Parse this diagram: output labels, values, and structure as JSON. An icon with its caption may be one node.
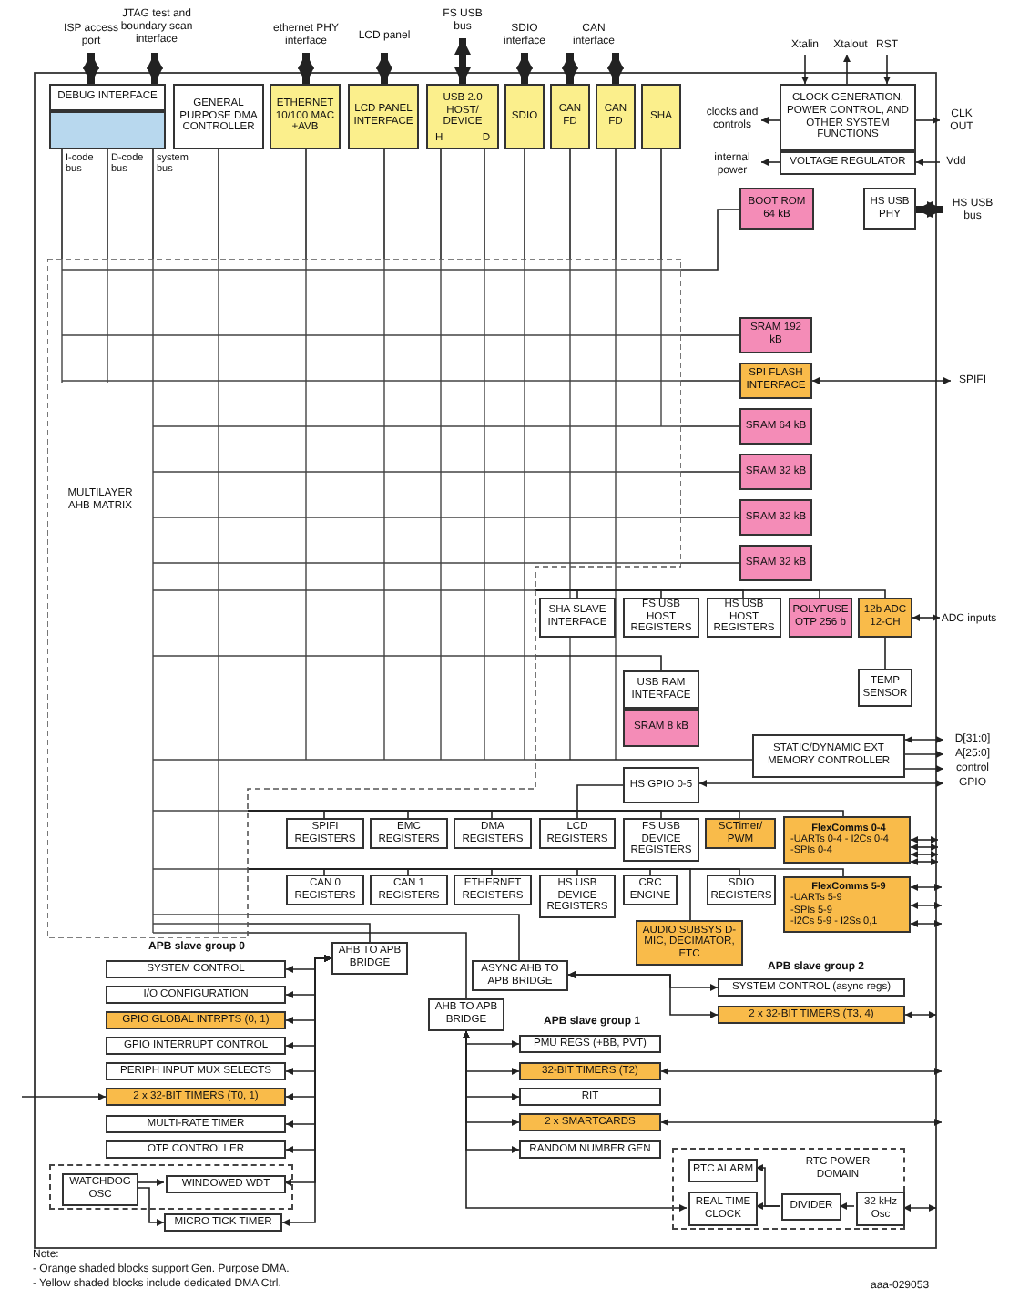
{
  "diagram": {
    "nodes": [
      {
        "text": [
          "ISP access port"
        ]
      },
      {
        "text": [
          "JTAG test and boundary scan interface"
        ]
      },
      {
        "text": [
          "ethernet PHY interface"
        ]
      },
      {
        "text": [
          "LCD panel"
        ]
      },
      {
        "text": [
          "FS USB bus"
        ]
      },
      {
        "text": [
          "SDIO interface"
        ]
      },
      {
        "text": [
          "CAN interface"
        ]
      },
      {
        "text": [
          "Xtalin"
        ]
      },
      {
        "text": [
          "Xtalout"
        ]
      },
      {
        "text": [
          "RST"
        ]
      },
      {
        "text": [
          "DEBUG INTERFACE"
        ]
      },
      {
        "text": [],
        "shape": "box"
      },
      {
        "text": [
          "GENERAL PURPOSE DMA CONTROLLER"
        ]
      },
      {
        "text": [
          "ETHERNET 10/100 MAC +AVB"
        ]
      },
      {
        "text": [
          "LCD PANEL INTERFACE"
        ]
      },
      {
        "text": [
          "USB 2.0 HOST/ DEVICE",
          "H",
          "D"
        ]
      },
      {
        "text": [
          "SDIO"
        ]
      },
      {
        "text": [
          "CAN FD"
        ]
      },
      {
        "text": [
          "CAN FD"
        ]
      },
      {
        "text": [
          "SHA"
        ]
      },
      {
        "text": [
          "clocks and controls"
        ]
      },
      {
        "text": [
          "CLOCK GENERATION, POWER CONTROL, AND OTHER SYSTEM FUNCTIONS"
        ]
      },
      {
        "text": [
          "CLK OUT"
        ]
      },
      {
        "text": [
          "internal power"
        ]
      },
      {
        "text": [
          "VOLTAGE REGULATOR"
        ]
      },
      {
        "text": [
          "Vdd"
        ]
      },
      {
        "text": [
          "BOOT ROM 64 kB"
        ]
      },
      {
        "text": [
          "HS USB PHY"
        ]
      },
      {
        "text": [
          "HS USB bus"
        ]
      },
      {
        "text": [
          "MULTILAYER AHB MATRIX"
        ]
      },
      {
        "text": [
          "SRAM 192 kB"
        ]
      },
      {
        "text": [
          "SPI FLASH INTERFACE"
        ]
      },
      {
        "text": [
          "SPIFI"
        ]
      },
      {
        "text": [
          "SRAM 64 kB"
        ]
      },
      {
        "text": [
          "SRAM 32 kB"
        ]
      },
      {
        "text": [
          "SRAM 32 kB"
        ]
      },
      {
        "text": [
          "SRAM 32 kB"
        ]
      },
      {
        "text": [
          "SHA SLAVE INTERFACE"
        ]
      },
      {
        "text": [
          "FS USB HOST REGISTERS"
        ]
      },
      {
        "text": [
          "HS USB HOST REGISTERS"
        ]
      },
      {
        "text": [
          "POLYFUSE OTP 256 b"
        ]
      },
      {
        "text": [
          "12b ADC 12-CH"
        ]
      },
      {
        "text": [
          "ADC inputs"
        ]
      },
      {
        "text": [
          "TEMP SENSOR"
        ]
      },
      {
        "text": [
          "USB RAM INTERFACE"
        ]
      },
      {
        "text": [
          "SRAM 8 kB"
        ]
      },
      {
        "text": [
          "STATIC/DYNAMIC EXT MEMORY CONTROLLER"
        ]
      },
      {
        "text": [
          "D[31:0]"
        ]
      },
      {
        "text": [
          "A[25:0]"
        ]
      },
      {
        "text": [
          "control"
        ]
      },
      {
        "text": [
          "HS GPIO 0-5"
        ]
      },
      {
        "text": [
          "GPIO"
        ]
      },
      {
        "text": [
          "SPIFI REGISTERS"
        ]
      },
      {
        "text": [
          "EMC REGISTERS"
        ]
      },
      {
        "text": [
          "DMA REGISTERS"
        ]
      },
      {
        "text": [
          "LCD REGISTERS"
        ]
      },
      {
        "text": [
          "FS USB DEVICE REGISTERS"
        ]
      },
      {
        "text": [
          "SCTimer/ PWM"
        ]
      },
      {
        "text": [
          "FlexComms 0-4",
          "-UARTs 0-4 - I2Cs 0-4",
          "-SPIs 0-4"
        ]
      },
      {
        "text": [
          "CAN 0 REGISTERS"
        ]
      },
      {
        "text": [
          "CAN 1 REGISTERS"
        ]
      },
      {
        "text": [
          "ETHERNET REGISTERS"
        ]
      },
      {
        "text": [
          "HS USB DEVICE REGISTERS"
        ]
      },
      {
        "text": [
          "CRC ENGINE"
        ]
      },
      {
        "text": [
          "SDIO REGISTERS"
        ]
      },
      {
        "text": [
          "FlexComms 5-9",
          "-UARTs 5-9",
          "-SPIs 5-9",
          "-I2Cs 5-9 - I2Ss 0,1"
        ]
      },
      {
        "text": [
          "AUDIO SUBSYS D-MIC, DECIMATOR, ETC"
        ]
      },
      {
        "text": [
          "AHB TO APB BRIDGE"
        ]
      },
      {
        "text": [
          "ASYNC AHB TO APB BRIDGE"
        ]
      },
      {
        "text": [
          "AHB TO APB BRIDGE"
        ]
      },
      {
        "text": [
          "SYSTEM CONTROL"
        ]
      },
      {
        "text": [
          "I/O CONFIGURATION"
        ]
      },
      {
        "text": [
          "GPIO GLOBAL INTRPTS (0, 1)"
        ]
      },
      {
        "text": [
          "GPIO INTERRUPT CONTROL"
        ]
      },
      {
        "text": [
          "PERIPH INPUT MUX SELECTS"
        ]
      },
      {
        "text": [
          "2 x 32-BIT TIMERS (T0, 1)"
        ]
      },
      {
        "text": [
          "MULTI-RATE TIMER"
        ]
      },
      {
        "text": [
          "OTP CONTROLLER"
        ]
      },
      {
        "text": [],
        "shape": "box"
      },
      {
        "text": [
          "WATCHDOG OSC"
        ],
        "in": 78
      },
      {
        "text": [
          "WINDOWED WDT"
        ],
        "in": 78
      },
      {
        "text": [
          "MICRO TICK TIMER"
        ]
      },
      {
        "text": [
          "SYSTEM CONTROL (async regs)"
        ]
      },
      {
        "text": [
          "2 x 32-BIT TIMERS (T3, 4)"
        ]
      },
      {
        "text": [
          "PMU REGS (+BB, PVT)"
        ]
      },
      {
        "text": [
          "32-BIT TIMERS (T2)"
        ]
      },
      {
        "text": [
          "RIT"
        ]
      },
      {
        "text": [
          "2 x SMARTCARDS"
        ]
      },
      {
        "text": [
          "RANDOM NUMBER GEN"
        ]
      },
      {
        "text": [
          "RTC POWER DOMAIN"
        ]
      },
      {
        "text": [
          "RTC ALARM"
        ],
        "in": 89
      },
      {
        "text": [
          "REAL TIME CLOCK"
        ],
        "in": 89
      },
      {
        "text": [
          "DIVIDER"
        ],
        "in": 89
      },
      {
        "text": [
          "32 kHz Osc"
        ],
        "in": 89
      }
    ],
    "edges": [
      {
        "from": 0,
        "to": 10,
        "arrow": "both",
        "style": "thick"
      },
      {
        "from": 1,
        "to": 10,
        "arrow": "both",
        "style": "thick"
      },
      {
        "from": 2,
        "to": 13,
        "arrow": "both",
        "style": "thick"
      },
      {
        "from": 3,
        "to": 14,
        "arrow": "both",
        "style": "thick"
      },
      {
        "from": 4,
        "to": 15,
        "arrow": "both",
        "style": "thick"
      },
      {
        "from": 5,
        "to": 16,
        "arrow": "both",
        "style": "thick"
      },
      {
        "from": 6,
        "to": 17,
        "arrow": "both",
        "style": "thick"
      },
      {
        "from": 6,
        "to": 18,
        "arrow": "both",
        "style": "thick"
      },
      {
        "from": 7,
        "to": 21,
        "arrow": "to"
      },
      {
        "from": 21,
        "to": 8,
        "arrow": "to"
      },
      {
        "from": 9,
        "to": 21,
        "arrow": "to"
      },
      {
        "from": 21,
        "to": 20,
        "arrow": "to"
      },
      {
        "from": 21,
        "to": 22,
        "arrow": "to"
      },
      {
        "from": 24,
        "to": 23,
        "arrow": "to"
      },
      {
        "from": 25,
        "to": 24,
        "arrow": "to"
      },
      {
        "from": 27,
        "to": 28,
        "arrow": "both",
        "style": "thick"
      },
      {
        "from": 11,
        "to": 29,
        "arrow": "none",
        "label": "I-code bus"
      },
      {
        "from": 11,
        "to": 29,
        "arrow": "none",
        "label": "D-code bus"
      },
      {
        "from": 11,
        "to": 29,
        "arrow": "none",
        "label": "system bus"
      },
      {
        "from": 12,
        "to": 29,
        "arrow": "none"
      },
      {
        "from": 13,
        "to": 29,
        "arrow": "none"
      },
      {
        "from": 14,
        "to": 29,
        "arrow": "none"
      },
      {
        "from": 15,
        "to": 29,
        "arrow": "none"
      },
      {
        "from": 15,
        "to": 29,
        "arrow": "none"
      },
      {
        "from": 16,
        "to": 29,
        "arrow": "none"
      },
      {
        "from": 17,
        "to": 29,
        "arrow": "none"
      },
      {
        "from": 18,
        "to": 29,
        "arrow": "none"
      },
      {
        "from": 19,
        "to": 29,
        "arrow": "none"
      },
      {
        "from": 29,
        "to": 26,
        "arrow": "none"
      },
      {
        "from": 29,
        "to": 30,
        "arrow": "none"
      },
      {
        "from": 29,
        "to": 31,
        "arrow": "none"
      },
      {
        "from": 29,
        "to": 33,
        "arrow": "none"
      },
      {
        "from": 29,
        "to": 34,
        "arrow": "none"
      },
      {
        "from": 29,
        "to": 35,
        "arrow": "none"
      },
      {
        "from": 29,
        "to": 36,
        "arrow": "none"
      },
      {
        "from": 29,
        "to": 37,
        "arrow": "none"
      },
      {
        "from": 29,
        "to": 38,
        "arrow": "none"
      },
      {
        "from": 29,
        "to": 39,
        "arrow": "none"
      },
      {
        "from": 29,
        "to": 40,
        "arrow": "none"
      },
      {
        "from": 29,
        "to": 41,
        "arrow": "none"
      },
      {
        "from": 29,
        "to": 44,
        "arrow": "none"
      },
      {
        "from": 29,
        "to": 46,
        "arrow": "none"
      },
      {
        "from": 29,
        "to": 50,
        "arrow": "none"
      },
      {
        "from": 29,
        "to": 52,
        "arrow": "none"
      },
      {
        "from": 29,
        "to": 53,
        "arrow": "none"
      },
      {
        "from": 29,
        "to": 54,
        "arrow": "none"
      },
      {
        "from": 29,
        "to": 55,
        "arrow": "none"
      },
      {
        "from": 29,
        "to": 56,
        "arrow": "none"
      },
      {
        "from": 29,
        "to": 57,
        "arrow": "none"
      },
      {
        "from": 29,
        "to": 58,
        "arrow": "none"
      },
      {
        "from": 29,
        "to": 59,
        "arrow": "none"
      },
      {
        "from": 29,
        "to": 60,
        "arrow": "none"
      },
      {
        "from": 29,
        "to": 61,
        "arrow": "none"
      },
      {
        "from": 29,
        "to": 62,
        "arrow": "none"
      },
      {
        "from": 29,
        "to": 63,
        "arrow": "none"
      },
      {
        "from": 29,
        "to": 64,
        "arrow": "none"
      },
      {
        "from": 29,
        "to": 65,
        "arrow": "none"
      },
      {
        "from": 29,
        "to": 66,
        "arrow": "none"
      },
      {
        "from": 29,
        "to": 67,
        "arrow": "none"
      },
      {
        "from": 29,
        "to": 68,
        "arrow": "none"
      },
      {
        "from": 29,
        "to": 69,
        "arrow": "none"
      },
      {
        "from": 31,
        "to": 32,
        "arrow": "both"
      },
      {
        "from": 41,
        "to": 42,
        "arrow": "both"
      },
      {
        "from": 41,
        "to": 43,
        "arrow": "none"
      },
      {
        "from": 46,
        "to": 47,
        "arrow": "both"
      },
      {
        "from": 46,
        "to": 48,
        "arrow": "to"
      },
      {
        "from": 46,
        "to": 49,
        "arrow": "to"
      },
      {
        "from": 50,
        "to": 51,
        "arrow": "both"
      },
      {
        "from": 58,
        "to": null,
        "arrow": "both"
      },
      {
        "from": 58,
        "to": null,
        "arrow": "both"
      },
      {
        "from": 58,
        "to": null,
        "arrow": "both"
      },
      {
        "from": 58,
        "to": null,
        "arrow": "both"
      },
      {
        "from": 65,
        "to": null,
        "arrow": "both"
      },
      {
        "from": 65,
        "to": null,
        "arrow": "both"
      },
      {
        "from": 65,
        "to": null,
        "arrow": "both"
      },
      {
        "from": 67,
        "to": 70,
        "arrow": "both"
      },
      {
        "from": 67,
        "to": 71,
        "arrow": "both"
      },
      {
        "from": 67,
        "to": 72,
        "arrow": "both"
      },
      {
        "from": 67,
        "to": 73,
        "arrow": "both"
      },
      {
        "from": 67,
        "to": 74,
        "arrow": "both"
      },
      {
        "from": 67,
        "to": 75,
        "arrow": "both"
      },
      {
        "from": 67,
        "to": 76,
        "arrow": "both"
      },
      {
        "from": 67,
        "to": 77,
        "arrow": "both"
      },
      {
        "from": 67,
        "to": 80,
        "arrow": "both"
      },
      {
        "from": 67,
        "to": 81,
        "arrow": "both"
      },
      {
        "from": null,
        "to": 75,
        "arrow": "to"
      },
      {
        "from": 79,
        "to": 80,
        "arrow": "to"
      },
      {
        "from": 79,
        "to": 81,
        "arrow": "to"
      },
      {
        "from": 69,
        "to": 84,
        "arrow": "both"
      },
      {
        "from": 69,
        "to": 85,
        "arrow": "both"
      },
      {
        "from": 69,
        "to": 86,
        "arrow": "both"
      },
      {
        "from": 69,
        "to": 87,
        "arrow": "both"
      },
      {
        "from": 69,
        "to": 88,
        "arrow": "both"
      },
      {
        "from": 69,
        "to": 91,
        "arrow": "both"
      },
      {
        "from": 85,
        "to": null,
        "arrow": "both"
      },
      {
        "from": 87,
        "to": null,
        "arrow": "both"
      },
      {
        "from": 68,
        "to": 82,
        "arrow": "both"
      },
      {
        "from": 68,
        "to": 83,
        "arrow": "both"
      },
      {
        "from": 83,
        "to": null,
        "arrow": "both"
      },
      {
        "from": 93,
        "to": 92,
        "arrow": "to"
      },
      {
        "from": 92,
        "to": 91,
        "arrow": "to"
      },
      {
        "from": 92,
        "to": 90,
        "arrow": "to"
      },
      {
        "from": 93,
        "to": null,
        "arrow": "both"
      }
    ],
    "labels": [
      "APB slave group 0",
      "APB slave group 1",
      "APB slave group 2",
      "Note:",
      "- Orange shaded blocks support Gen. Purpose DMA.",
      "- Yellow shaded blocks include dedicated DMA Ctrl.",
      "aaa-029053"
    ]
  }
}
